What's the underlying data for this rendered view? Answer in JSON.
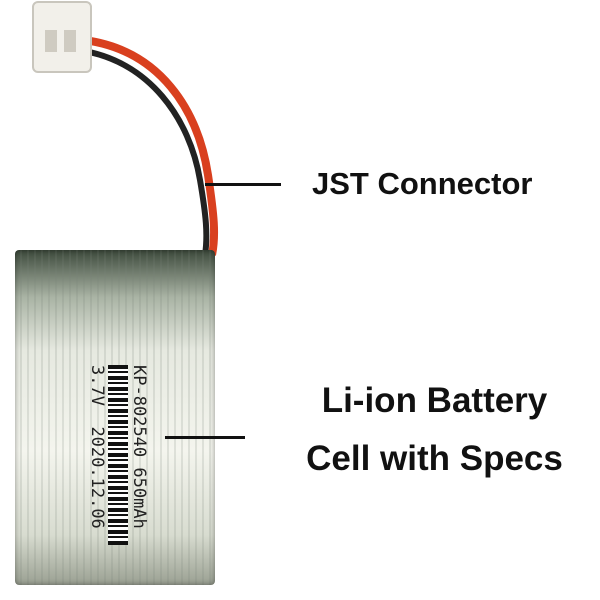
{
  "labels": {
    "connector": "JST Connector",
    "cell_line1": "Li-ion Battery",
    "cell_line2": "Cell with Specs"
  },
  "battery_print": {
    "model": "KP-802540",
    "capacity": "650mAh",
    "voltage": "3.7V",
    "date": "2020.12.06"
  },
  "colors": {
    "wire": "#d9401f",
    "connector": "#f2f0ea",
    "text": "#111111"
  }
}
